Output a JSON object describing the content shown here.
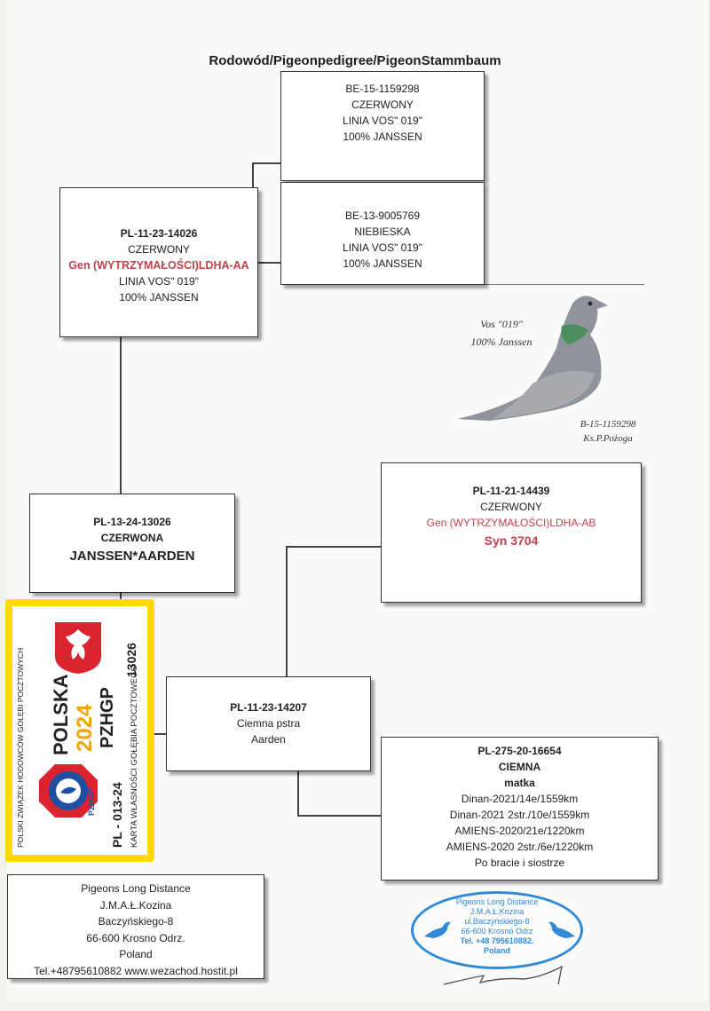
{
  "title": "Rodowód/Pigeonpedigree/PigeonStammbaum",
  "sire_sire": {
    "ring": "BE-15-1159298",
    "color": "CZERWONY",
    "line": "LINIA VOS\" 019\"",
    "breed": "100% JANSSEN"
  },
  "sire_dam": {
    "ring": "BE-13-9005769",
    "color": "NIEBIESKA",
    "line": "LINIA VOS\" 019\"",
    "breed": "100% JANSSEN"
  },
  "sire": {
    "ring": "PL-11-23-14026",
    "color": "CZERWONY",
    "gene": "Gen (WYTRZYMAŁOŚCI)LDHA-AA",
    "line": "LINIA VOS\" 019\"",
    "breed": "100% JANSSEN"
  },
  "photo": {
    "caption1": "Vos \"019\"",
    "caption2": "100% Janssen",
    "ring": "B-15-1159298",
    "owner": "Ks.P.Pożoga"
  },
  "subject": {
    "ring": "PL-13-24-13026",
    "color": "CZERWONA",
    "breed": "JANSSEN*AARDEN"
  },
  "dam_sire": {
    "ring": "PL-11-21-14439",
    "color": "CZERWONY",
    "gene": "Gen (WYTRZYMAŁOŚCI)LDHA-AB",
    "note": "Syn 3704"
  },
  "dam": {
    "ring": "PL-11-23-14207",
    "color": "Ciemna pstra",
    "breed": "Aarden"
  },
  "dam_dam": {
    "ring": "PL-275-20-16654",
    "color": "CIEMNA",
    "role": "matka",
    "results": [
      "Dinan-2021/14e/1559km",
      "Dinan-2021 2str./10e/1559km",
      "AMIENS-2020/21e/1220km",
      "AMIENS-2020 2str./6e/1220km",
      "Po bracie i siostrze"
    ]
  },
  "card": {
    "assoc": "POLSKI ZWIĄZEK HODOWCÓW GOŁĘBI POCZTOWYCH",
    "country": "POLSKA",
    "year": "2024",
    "org": "PZHGP",
    "number": "13026",
    "code": "PL - 013-24",
    "card_title": "KARTA WŁASNOŚCI GOŁĘBIA POCZTOWEGO",
    "logo_text": "PZHGP"
  },
  "address": {
    "l1": "Pigeons Long Distance",
    "l2": "J.M.A.Ł.Kozina",
    "l3": "Baczyńskiego-8",
    "l4": "66-600 Krosno Odrz.",
    "l5": "Poland",
    "l6": "Tel.+48795610882 www.wezachod.hostit.pl"
  },
  "stamp": {
    "l1": "Pigeons Long Distance",
    "l2": "J.M.A.Ł.Kozina",
    "l3": "ul.Baczyńskiego-8",
    "l4": "66-600 Krosno Odrz",
    "l5": "Tel. +48 795610882.",
    "l6": "Poland"
  },
  "colors": {
    "accent_red": "#c0424a",
    "card_yellow": "#ffd900",
    "stamp_blue": "#2f8ad8"
  }
}
